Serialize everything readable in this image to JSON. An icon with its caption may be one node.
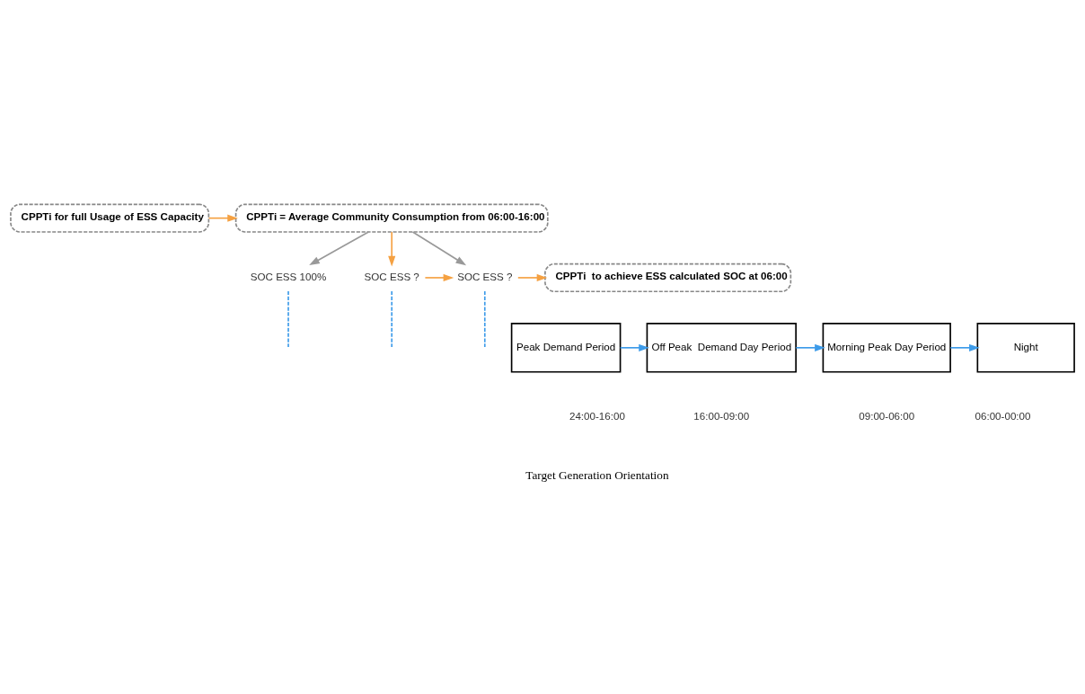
{
  "diagram": {
    "nodes": [
      {
        "text": [
          "CPPTi for full Usage of ESS Capacity"
        ]
      },
      {
        "text": [
          "CPPTi = Average Community Consumption from 06:00-16:00"
        ]
      },
      {
        "text": [
          "SOC ESS 100%"
        ]
      },
      {
        "text": [
          "SOC ESS ?"
        ]
      },
      {
        "text": [
          "SOC ESS ?"
        ]
      },
      {
        "text": [
          "CPPTi  to achieve ESS calculated SOC at 06:00"
        ]
      },
      {
        "text": [
          "Peak Demand Period"
        ]
      },
      {
        "text": [
          "Off Peak  Demand Day Period"
        ]
      },
      {
        "text": [
          "Morning Peak Day Period"
        ]
      },
      {
        "text": [
          "Night"
        ]
      }
    ],
    "edges": [
      {
        "from": 0,
        "to": 1,
        "arrow": "to",
        "color": "#f5a142"
      },
      {
        "from": 1,
        "to": 2,
        "arrow": "to",
        "color": "#999999"
      },
      {
        "from": 1,
        "to": 4,
        "arrow": "to",
        "color": "#999999"
      },
      {
        "from": 1,
        "to": 3,
        "arrow": "to",
        "color": "#f5a142"
      },
      {
        "from": 3,
        "to": 4,
        "arrow": "to",
        "color": "#f5a142"
      },
      {
        "from": 4,
        "to": 5,
        "arrow": "to",
        "color": "#f5a142"
      },
      {
        "from": 6,
        "to": 7,
        "arrow": "to",
        "color": "#3d9be9"
      },
      {
        "from": 7,
        "to": 8,
        "arrow": "to",
        "color": "#3d9be9"
      },
      {
        "from": 8,
        "to": 9,
        "arrow": "to",
        "color": "#3d9be9"
      },
      {
        "from": 2,
        "to": null,
        "arrow": "none",
        "style": "dashed",
        "color": "#3d9be9"
      },
      {
        "from": 3,
        "to": null,
        "arrow": "none",
        "style": "dashed",
        "color": "#3d9be9"
      },
      {
        "from": 4,
        "to": null,
        "arrow": "none",
        "style": "dashed",
        "color": "#3d9be9"
      }
    ],
    "labels": [
      "24:00-16:00",
      "16:00-09:00",
      "09:00-06:00",
      "06:00-00:00",
      "Target Generation Orientation"
    ]
  }
}
